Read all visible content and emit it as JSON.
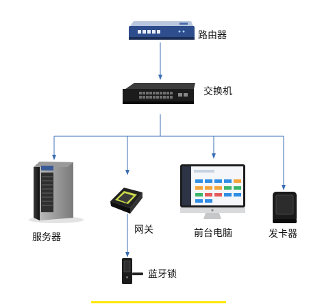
{
  "nodes": {
    "router": {
      "label": "路由器",
      "icon": "router-icon"
    },
    "switch": {
      "label": "交换机",
      "icon": "network-switch-icon"
    },
    "server": {
      "label": "服务器",
      "icon": "server-tower-icon"
    },
    "gateway": {
      "label": "网关",
      "icon": "gateway-device-icon"
    },
    "desktop": {
      "label": "前台电脑",
      "icon": "desktop-computer-icon"
    },
    "card_issuer": {
      "label": "发卡器",
      "icon": "card-reader-icon"
    },
    "smart_lock": {
      "label": "蓝牙锁",
      "icon": "door-lock-icon"
    }
  },
  "colors": {
    "connector": "#3b6db3",
    "highlight_bar": "#ffe600"
  }
}
